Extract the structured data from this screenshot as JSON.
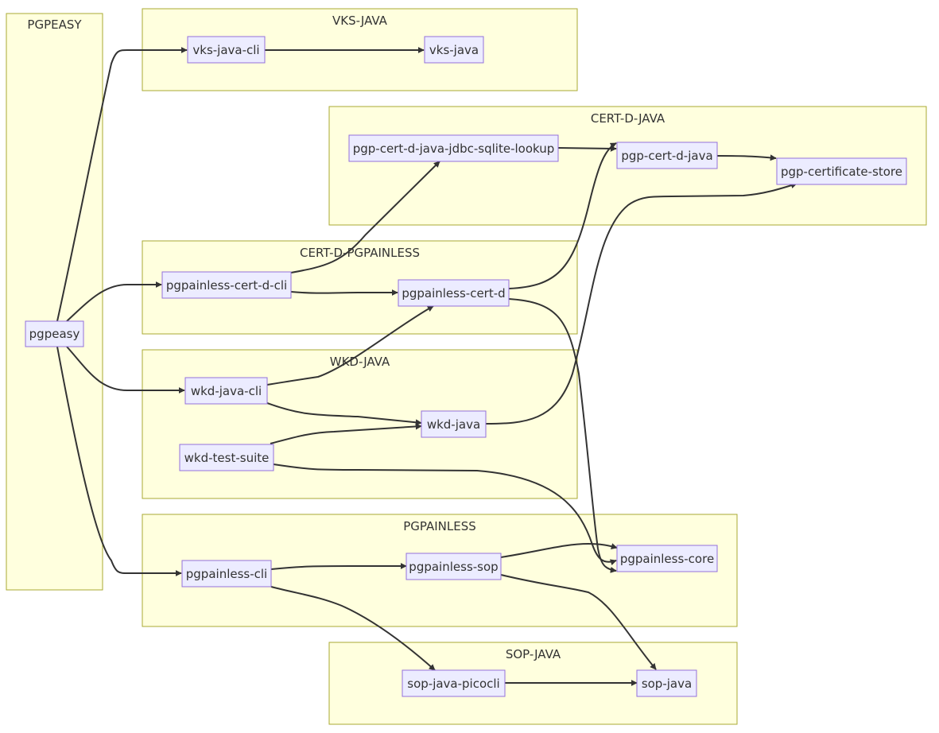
{
  "clusters": [
    {
      "id": "pgpeasy_c",
      "label": "PGPEASY"
    },
    {
      "id": "vks",
      "label": "VKS-JAVA"
    },
    {
      "id": "certd",
      "label": "CERT-D-JAVA"
    },
    {
      "id": "certdpgp",
      "label": "CERT-D-PGPAINLESS"
    },
    {
      "id": "wkd",
      "label": "WKD-JAVA"
    },
    {
      "id": "pgpainless",
      "label": "PGPAINLESS"
    },
    {
      "id": "sop",
      "label": "SOP-JAVA"
    }
  ],
  "nodes": [
    {
      "id": "pgpeasy",
      "label": "pgpeasy"
    },
    {
      "id": "vks-java-cli",
      "label": "vks-java-cli"
    },
    {
      "id": "vks-java",
      "label": "vks-java"
    },
    {
      "id": "pgp-cert-d-java-jdbc-sqlite-lookup",
      "label": "pgp-cert-d-java-jdbc-sqlite-lookup"
    },
    {
      "id": "pgp-cert-d-java",
      "label": "pgp-cert-d-java"
    },
    {
      "id": "pgp-certificate-store",
      "label": "pgp-certificate-store"
    },
    {
      "id": "pgpainless-cert-d-cli",
      "label": "pgpainless-cert-d-cli"
    },
    {
      "id": "pgpainless-cert-d",
      "label": "pgpainless-cert-d"
    },
    {
      "id": "wkd-java-cli",
      "label": "wkd-java-cli"
    },
    {
      "id": "wkd-java",
      "label": "wkd-java"
    },
    {
      "id": "wkd-test-suite",
      "label": "wkd-test-suite"
    },
    {
      "id": "pgpainless-cli",
      "label": "pgpainless-cli"
    },
    {
      "id": "pgpainless-sop",
      "label": "pgpainless-sop"
    },
    {
      "id": "pgpainless-core",
      "label": "pgpainless-core"
    },
    {
      "id": "sop-java-picocli",
      "label": "sop-java-picocli"
    },
    {
      "id": "sop-java",
      "label": "sop-java"
    }
  ],
  "edges": [
    {
      "from": "pgpeasy",
      "to": "vks-java-cli"
    },
    {
      "from": "pgpeasy",
      "to": "pgpainless-cert-d-cli"
    },
    {
      "from": "pgpeasy",
      "to": "wkd-java-cli"
    },
    {
      "from": "pgpeasy",
      "to": "pgpainless-cli"
    },
    {
      "from": "vks-java-cli",
      "to": "vks-java"
    },
    {
      "from": "pgp-cert-d-java-jdbc-sqlite-lookup",
      "to": "pgp-cert-d-java"
    },
    {
      "from": "pgp-cert-d-java",
      "to": "pgp-certificate-store"
    },
    {
      "from": "pgpainless-cert-d-cli",
      "to": "pgp-cert-d-java-jdbc-sqlite-lookup"
    },
    {
      "from": "pgpainless-cert-d-cli",
      "to": "pgpainless-cert-d"
    },
    {
      "from": "pgpainless-cert-d",
      "to": "pgp-cert-d-java"
    },
    {
      "from": "pgpainless-cert-d",
      "to": "pgpainless-core"
    },
    {
      "from": "wkd-java-cli",
      "to": "pgpainless-cert-d"
    },
    {
      "from": "wkd-java-cli",
      "to": "wkd-java"
    },
    {
      "from": "wkd-test-suite",
      "to": "wkd-java"
    },
    {
      "from": "wkd-test-suite",
      "to": "pgpainless-core"
    },
    {
      "from": "wkd-java",
      "to": "pgp-certificate-store"
    },
    {
      "from": "pgpainless-cli",
      "to": "pgpainless-sop"
    },
    {
      "from": "pgpainless-cli",
      "to": "sop-java-picocli"
    },
    {
      "from": "pgpainless-sop",
      "to": "pgpainless-core"
    },
    {
      "from": "pgpainless-sop",
      "to": "sop-java"
    },
    {
      "from": "sop-java-picocli",
      "to": "sop-java"
    }
  ]
}
